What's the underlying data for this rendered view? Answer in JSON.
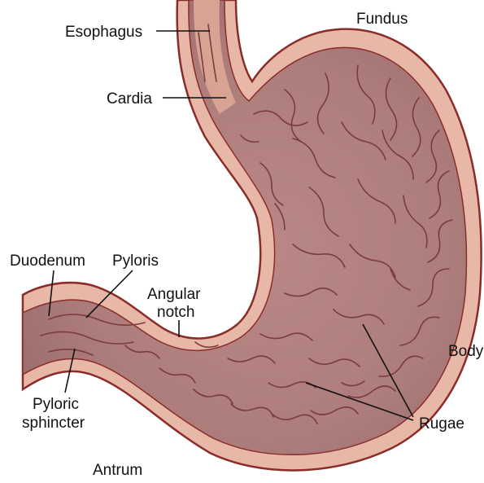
{
  "labels": {
    "esophagus": "Esophagus",
    "fundus": "Fundus",
    "cardia": "Cardia",
    "duodenum": "Duodenum",
    "pyloris": "Pyloris",
    "angular_notch_line1": "Angular",
    "angular_notch_line2": "notch",
    "body": "Body",
    "pyloric_sphincter_line1": "Pyloric",
    "pyloric_sphincter_line2": "sphincter",
    "rugae": "Rugae",
    "antrum": "Antrum"
  },
  "colors": {
    "wall_fill": "#e7b7a8",
    "wall_stroke": "#8a2d28",
    "lumen_fill": "#b58683",
    "fold_stroke": "#7a3c3d",
    "leader_line": "#111111"
  }
}
